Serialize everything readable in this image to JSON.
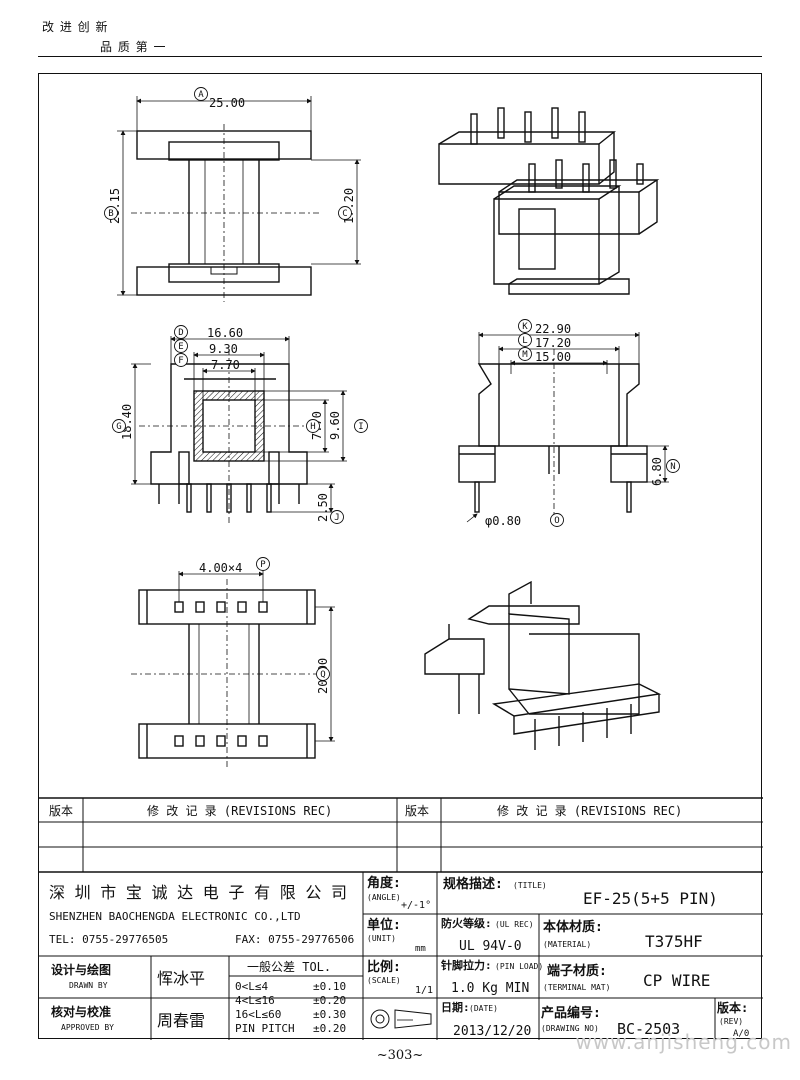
{
  "header": {
    "slogan_line1": "改 进 创 新",
    "slogan_line2": "品 质 第 一"
  },
  "dimensions": {
    "A": "25.00",
    "B": "26.15",
    "C": "17.20",
    "D": "16.60",
    "E": "9.30",
    "F": "7.70",
    "G": "18.40",
    "H": "7.70",
    "I": "9.60",
    "J": "2.50",
    "K": "22.90",
    "L": "17.20",
    "M": "15.00",
    "N": "6.80",
    "O": "φ0.80",
    "P": "4.00×4",
    "Q": "20.00"
  },
  "markers": [
    "A",
    "B",
    "C",
    "D",
    "E",
    "F",
    "G",
    "H",
    "I",
    "J",
    "K",
    "L",
    "M",
    "N",
    "O",
    "P",
    "Q"
  ],
  "revisions": {
    "col_ver": "版本",
    "col_rec": "修 改 记 录  (REVISIONS REC)"
  },
  "company": {
    "name_cn": "深 圳 市 宝 诚 达 电 子 有 限 公 司",
    "name_en": "SHENZHEN BAOCHENGDA ELECTRONIC CO.,LTD",
    "tel": "TEL: 0755-29776505",
    "fax": "FAX: 0755-29776506"
  },
  "title_block": {
    "angle_label": "角度:",
    "angle_en": "(ANGLE)",
    "angle_val": "+/-1°",
    "unit_label": "单位:",
    "unit_en": "(UNIT)",
    "unit_val": "mm",
    "scale_label": "比例:",
    "scale_en": "(SCALE)",
    "scale_val": "1/1",
    "title_label": "规格描述:",
    "title_en": "(TITLE)",
    "title_val": "EF-25(5+5 PIN)",
    "ul_label": "防火等级:",
    "ul_en": "(UL REC)",
    "ul_val": "UL 94V-0",
    "material_label": "本体材质:",
    "material_en": "(MATERIAL)",
    "material_val": "T375HF",
    "pinload_label": "针脚拉力:",
    "pinload_en": "(PIN LOAD)",
    "pinload_val": "1.0 Kg MIN",
    "terminal_label": "端子材质:",
    "terminal_en": "(TERMINAL MAT)",
    "terminal_val": "CP WIRE",
    "date_label": "日期:",
    "date_en": "(DATE)",
    "date_val": "2013/12/20",
    "drawing_label": "产品编号:",
    "drawing_en": "(DRAWING NO)",
    "drawing_val": "BC-2503",
    "rev_label": "版本:",
    "rev_en": "(REV)",
    "rev_val": "A/0",
    "drawn_label": "设计与绘图",
    "drawn_en": "DRAWN BY",
    "drawn_val": "恽冰平",
    "approved_label": "核对与校准",
    "approved_en": "APPROVED BY",
    "approved_val": "周春雷",
    "tol_title": "一般公差 TOL.",
    "tol_rows": [
      {
        "range": "0<L≤4",
        "val": "±0.10"
      },
      {
        "range": "4<L≤16",
        "val": "±0.20"
      },
      {
        "range": "16<L≤60",
        "val": "±0.30"
      },
      {
        "range": "PIN PITCH",
        "val": "±0.20"
      }
    ]
  },
  "page_number": "~303~",
  "watermark": "www.anjisheng.com"
}
